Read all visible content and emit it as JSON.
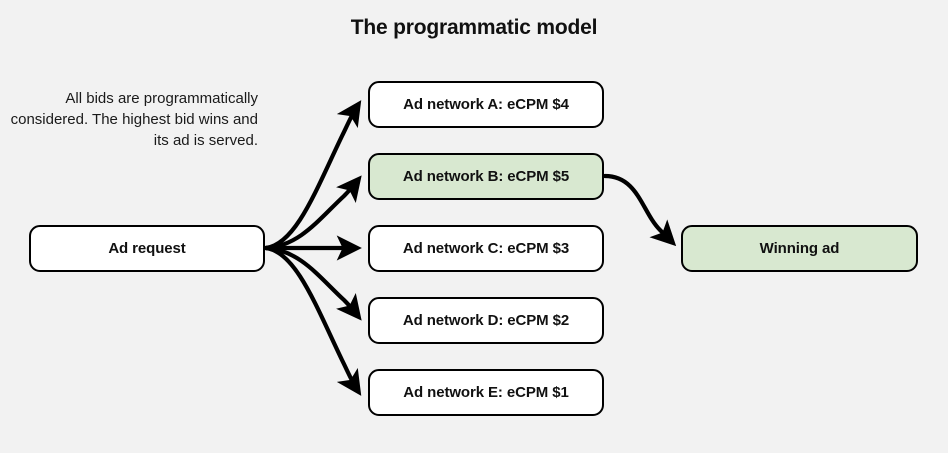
{
  "title": "The programmatic model",
  "caption": "All bids are programmatically considered. The highest bid wins and its ad is served.",
  "colors": {
    "background": "#f2f2f2",
    "node_fill": "#ffffff",
    "highlight_fill": "#d8e8d0",
    "stroke": "#000000",
    "text": "#111111"
  },
  "nodes": {
    "ad_request": {
      "label": "Ad request",
      "highlighted": false
    },
    "winning_ad": {
      "label": "Winning ad",
      "highlighted": true
    },
    "networks": [
      {
        "id": "a",
        "label": "Ad network A: eCPM $4",
        "network": "A",
        "ecpm": "$4",
        "highlighted": false
      },
      {
        "id": "b",
        "label": "Ad network B: eCPM $5",
        "network": "B",
        "ecpm": "$5",
        "highlighted": true
      },
      {
        "id": "c",
        "label": "Ad network C: eCPM $3",
        "network": "C",
        "ecpm": "$3",
        "highlighted": false
      },
      {
        "id": "d",
        "label": "Ad network D: eCPM $2",
        "network": "D",
        "ecpm": "$2",
        "highlighted": false
      },
      {
        "id": "e",
        "label": "Ad network E: eCPM $1",
        "network": "E",
        "ecpm": "$1",
        "highlighted": false
      }
    ]
  },
  "edges": [
    {
      "from": "ad_request",
      "to": "network_a",
      "style": "curved-arrow"
    },
    {
      "from": "ad_request",
      "to": "network_b",
      "style": "curved-arrow"
    },
    {
      "from": "ad_request",
      "to": "network_c",
      "style": "straight-arrow"
    },
    {
      "from": "ad_request",
      "to": "network_d",
      "style": "curved-arrow"
    },
    {
      "from": "ad_request",
      "to": "network_e",
      "style": "curved-arrow"
    },
    {
      "from": "network_b",
      "to": "winning_ad",
      "style": "curved-arrow"
    }
  ]
}
